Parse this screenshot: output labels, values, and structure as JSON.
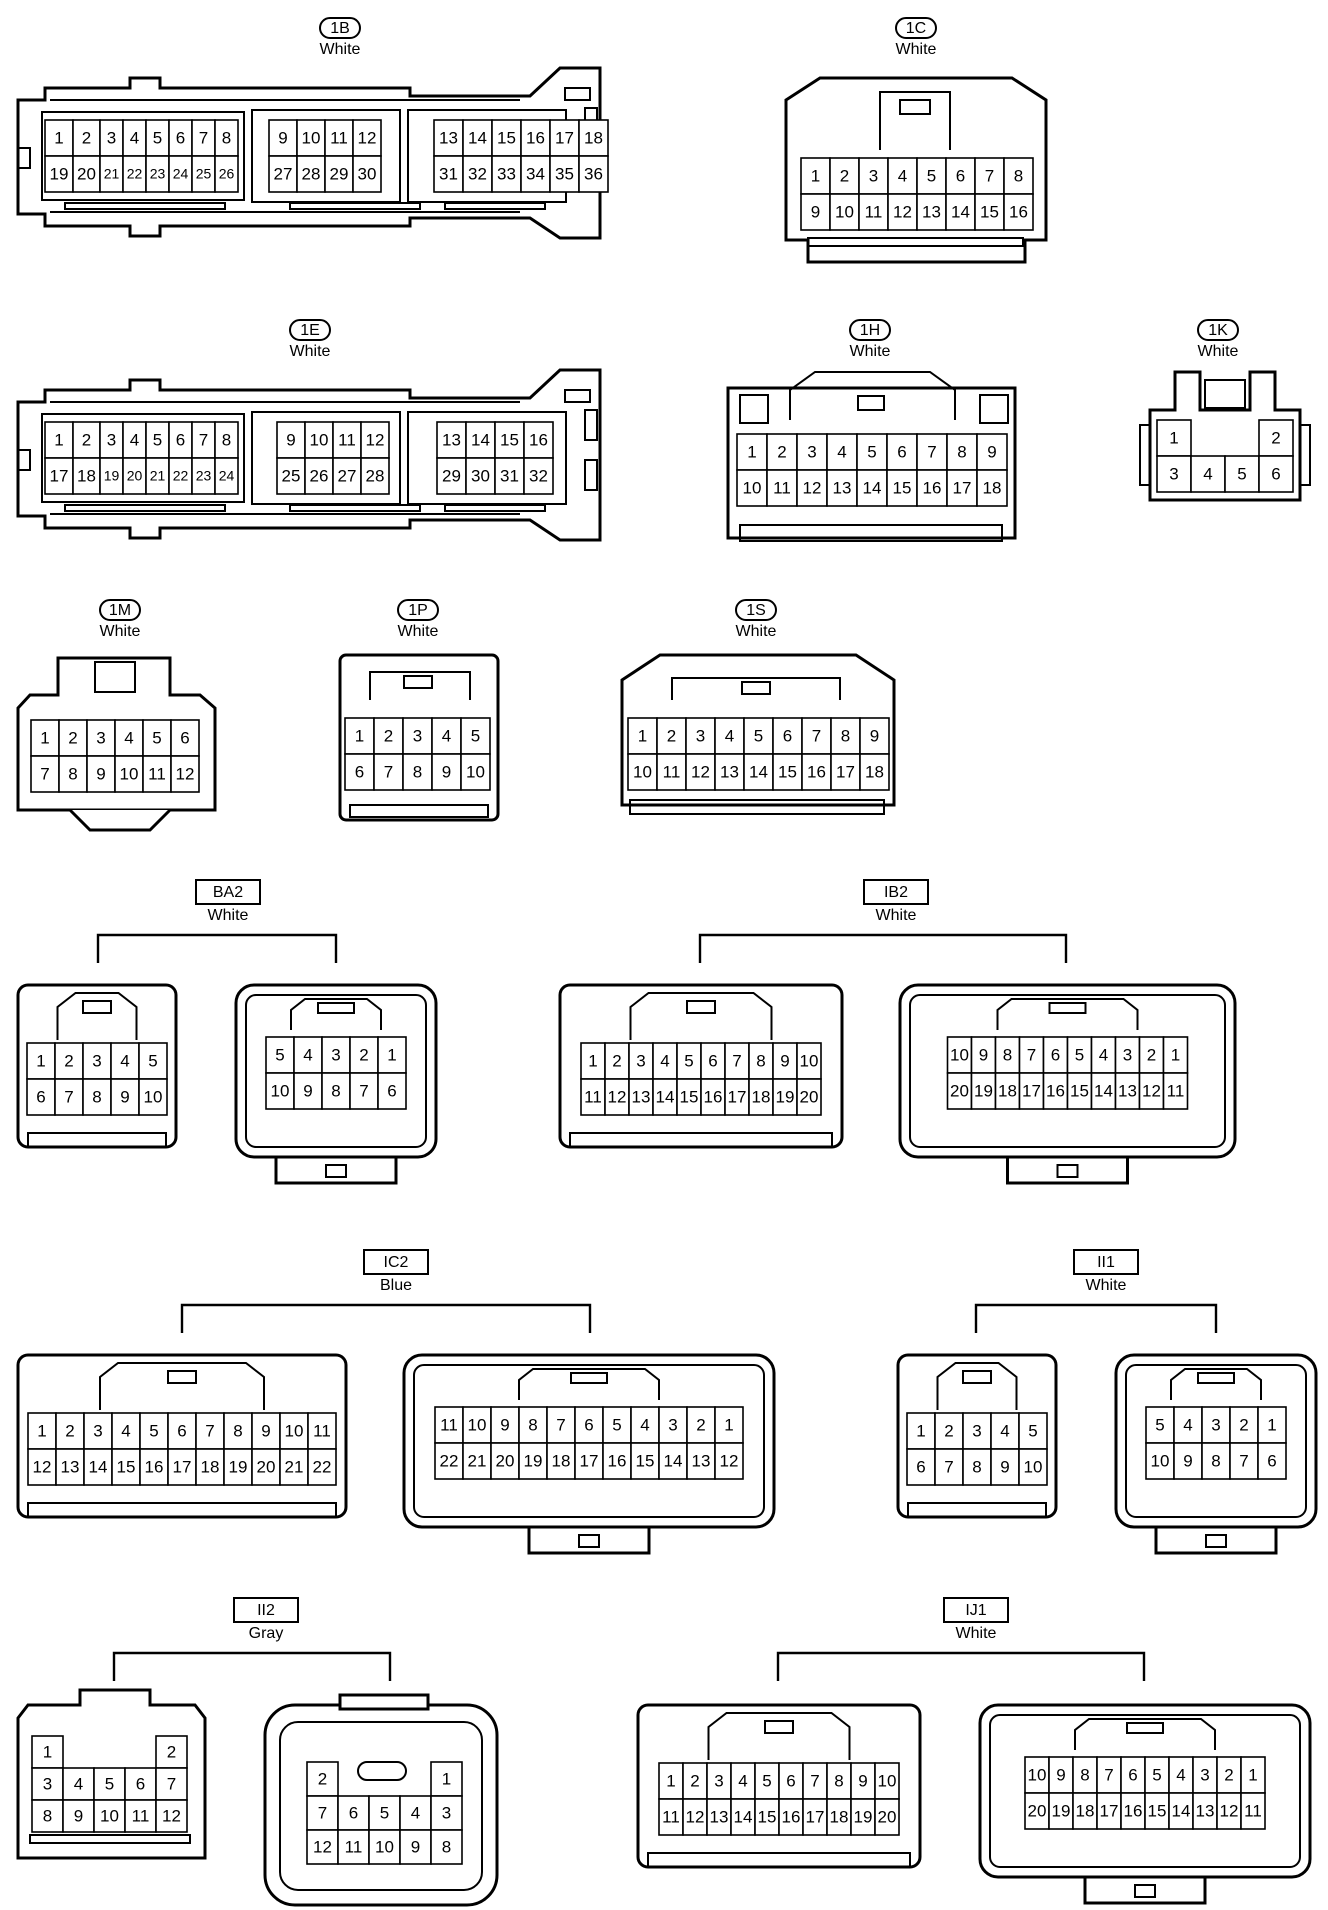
{
  "connectors": [
    {
      "id": "1B",
      "color": "White",
      "label_style": "pill",
      "groups": [
        [
          [
            "1",
            "2",
            "3",
            "4",
            "5",
            "6",
            "7",
            "8"
          ],
          [
            "19",
            "20",
            "21",
            "22",
            "23",
            "24",
            "25",
            "26"
          ]
        ],
        [
          [
            "9",
            "10",
            "11",
            "12"
          ],
          [
            "27",
            "28",
            "29",
            "30"
          ]
        ],
        [
          [
            "13",
            "14",
            "15",
            "16",
            "17",
            "18"
          ],
          [
            "31",
            "32",
            "33",
            "34",
            "35",
            "36"
          ]
        ]
      ]
    },
    {
      "id": "1C",
      "color": "White",
      "label_style": "pill",
      "rows": [
        [
          "1",
          "2",
          "3",
          "4",
          "5",
          "6",
          "7",
          "8"
        ],
        [
          "9",
          "10",
          "11",
          "12",
          "13",
          "14",
          "15",
          "16"
        ]
      ]
    },
    {
      "id": "1E",
      "color": "White",
      "label_style": "pill",
      "groups": [
        [
          [
            "1",
            "2",
            "3",
            "4",
            "5",
            "6",
            "7",
            "8"
          ],
          [
            "17",
            "18",
            "19",
            "20",
            "21",
            "22",
            "23",
            "24"
          ]
        ],
        [
          [
            "9",
            "10",
            "11",
            "12"
          ],
          [
            "25",
            "26",
            "27",
            "28"
          ]
        ],
        [
          [
            "13",
            "14",
            "15",
            "16"
          ],
          [
            "29",
            "30",
            "31",
            "32"
          ]
        ]
      ]
    },
    {
      "id": "1H",
      "color": "White",
      "label_style": "pill",
      "rows": [
        [
          "1",
          "2",
          "3",
          "4",
          "5",
          "6",
          "7",
          "8",
          "9"
        ],
        [
          "10",
          "11",
          "12",
          "13",
          "14",
          "15",
          "16",
          "17",
          "18"
        ]
      ]
    },
    {
      "id": "1K",
      "color": "White",
      "label_style": "pill",
      "rows": [
        [
          "1",
          "",
          "",
          "2"
        ],
        [
          "3",
          "4",
          "5",
          "6"
        ]
      ]
    },
    {
      "id": "1M",
      "color": "White",
      "label_style": "pill",
      "rows": [
        [
          "1",
          "2",
          "3",
          "4",
          "5",
          "6"
        ],
        [
          "7",
          "8",
          "9",
          "10",
          "11",
          "12"
        ]
      ]
    },
    {
      "id": "1P",
      "color": "White",
      "label_style": "pill",
      "rows": [
        [
          "1",
          "2",
          "3",
          "4",
          "5"
        ],
        [
          "6",
          "7",
          "8",
          "9",
          "10"
        ]
      ]
    },
    {
      "id": "1S",
      "color": "White",
      "label_style": "pill",
      "rows": [
        [
          "1",
          "2",
          "3",
          "4",
          "5",
          "6",
          "7",
          "8",
          "9"
        ],
        [
          "10",
          "11",
          "12",
          "13",
          "14",
          "15",
          "16",
          "17",
          "18"
        ]
      ]
    },
    {
      "id": "BA2",
      "color": "White",
      "label_style": "box",
      "left": [
        [
          "1",
          "2",
          "3",
          "4",
          "5"
        ],
        [
          "6",
          "7",
          "8",
          "9",
          "10"
        ]
      ],
      "right": [
        [
          "5",
          "4",
          "3",
          "2",
          "1"
        ],
        [
          "10",
          "9",
          "8",
          "7",
          "6"
        ]
      ]
    },
    {
      "id": "IB2",
      "color": "White",
      "label_style": "box",
      "left": [
        [
          "1",
          "2",
          "3",
          "4",
          "5",
          "6",
          "7",
          "8",
          "9",
          "10"
        ],
        [
          "11",
          "12",
          "13",
          "14",
          "15",
          "16",
          "17",
          "18",
          "19",
          "20"
        ]
      ],
      "right": [
        [
          "10",
          "9",
          "8",
          "7",
          "6",
          "5",
          "4",
          "3",
          "2",
          "1"
        ],
        [
          "20",
          "19",
          "18",
          "17",
          "16",
          "15",
          "14",
          "13",
          "12",
          "11"
        ]
      ]
    },
    {
      "id": "IC2",
      "color": "Blue",
      "label_style": "box",
      "left": [
        [
          "1",
          "2",
          "3",
          "4",
          "5",
          "6",
          "7",
          "8",
          "9",
          "10",
          "11"
        ],
        [
          "12",
          "13",
          "14",
          "15",
          "16",
          "17",
          "18",
          "19",
          "20",
          "21",
          "22"
        ]
      ],
      "right": [
        [
          "11",
          "10",
          "9",
          "8",
          "7",
          "6",
          "5",
          "4",
          "3",
          "2",
          "1"
        ],
        [
          "22",
          "21",
          "20",
          "19",
          "18",
          "17",
          "16",
          "15",
          "14",
          "13",
          "12"
        ]
      ]
    },
    {
      "id": "II1",
      "color": "White",
      "label_style": "box",
      "left": [
        [
          "1",
          "2",
          "3",
          "4",
          "5"
        ],
        [
          "6",
          "7",
          "8",
          "9",
          "10"
        ]
      ],
      "right": [
        [
          "5",
          "4",
          "3",
          "2",
          "1"
        ],
        [
          "10",
          "9",
          "8",
          "7",
          "6"
        ]
      ]
    },
    {
      "id": "II2",
      "color": "Gray",
      "label_style": "box",
      "left": [
        [
          "1",
          "",
          "",
          "",
          "2"
        ],
        [
          "3",
          "4",
          "5",
          "6",
          "7"
        ],
        [
          "8",
          "9",
          "10",
          "11",
          "12"
        ]
      ],
      "right": [
        [
          "2",
          "",
          "",
          "",
          "1"
        ],
        [
          "7",
          "6",
          "5",
          "4",
          "3"
        ],
        [
          "12",
          "11",
          "10",
          "9",
          "8"
        ]
      ]
    },
    {
      "id": "IJ1",
      "color": "White",
      "label_style": "box",
      "left": [
        [
          "1",
          "2",
          "3",
          "4",
          "5",
          "6",
          "7",
          "8",
          "9",
          "10"
        ],
        [
          "11",
          "12",
          "13",
          "14",
          "15",
          "16",
          "17",
          "18",
          "19",
          "20"
        ]
      ],
      "right": [
        [
          "10",
          "9",
          "8",
          "7",
          "6",
          "5",
          "4",
          "3",
          "2",
          "1"
        ],
        [
          "20",
          "19",
          "18",
          "17",
          "16",
          "15",
          "14",
          "13",
          "12",
          "11"
        ]
      ]
    }
  ]
}
